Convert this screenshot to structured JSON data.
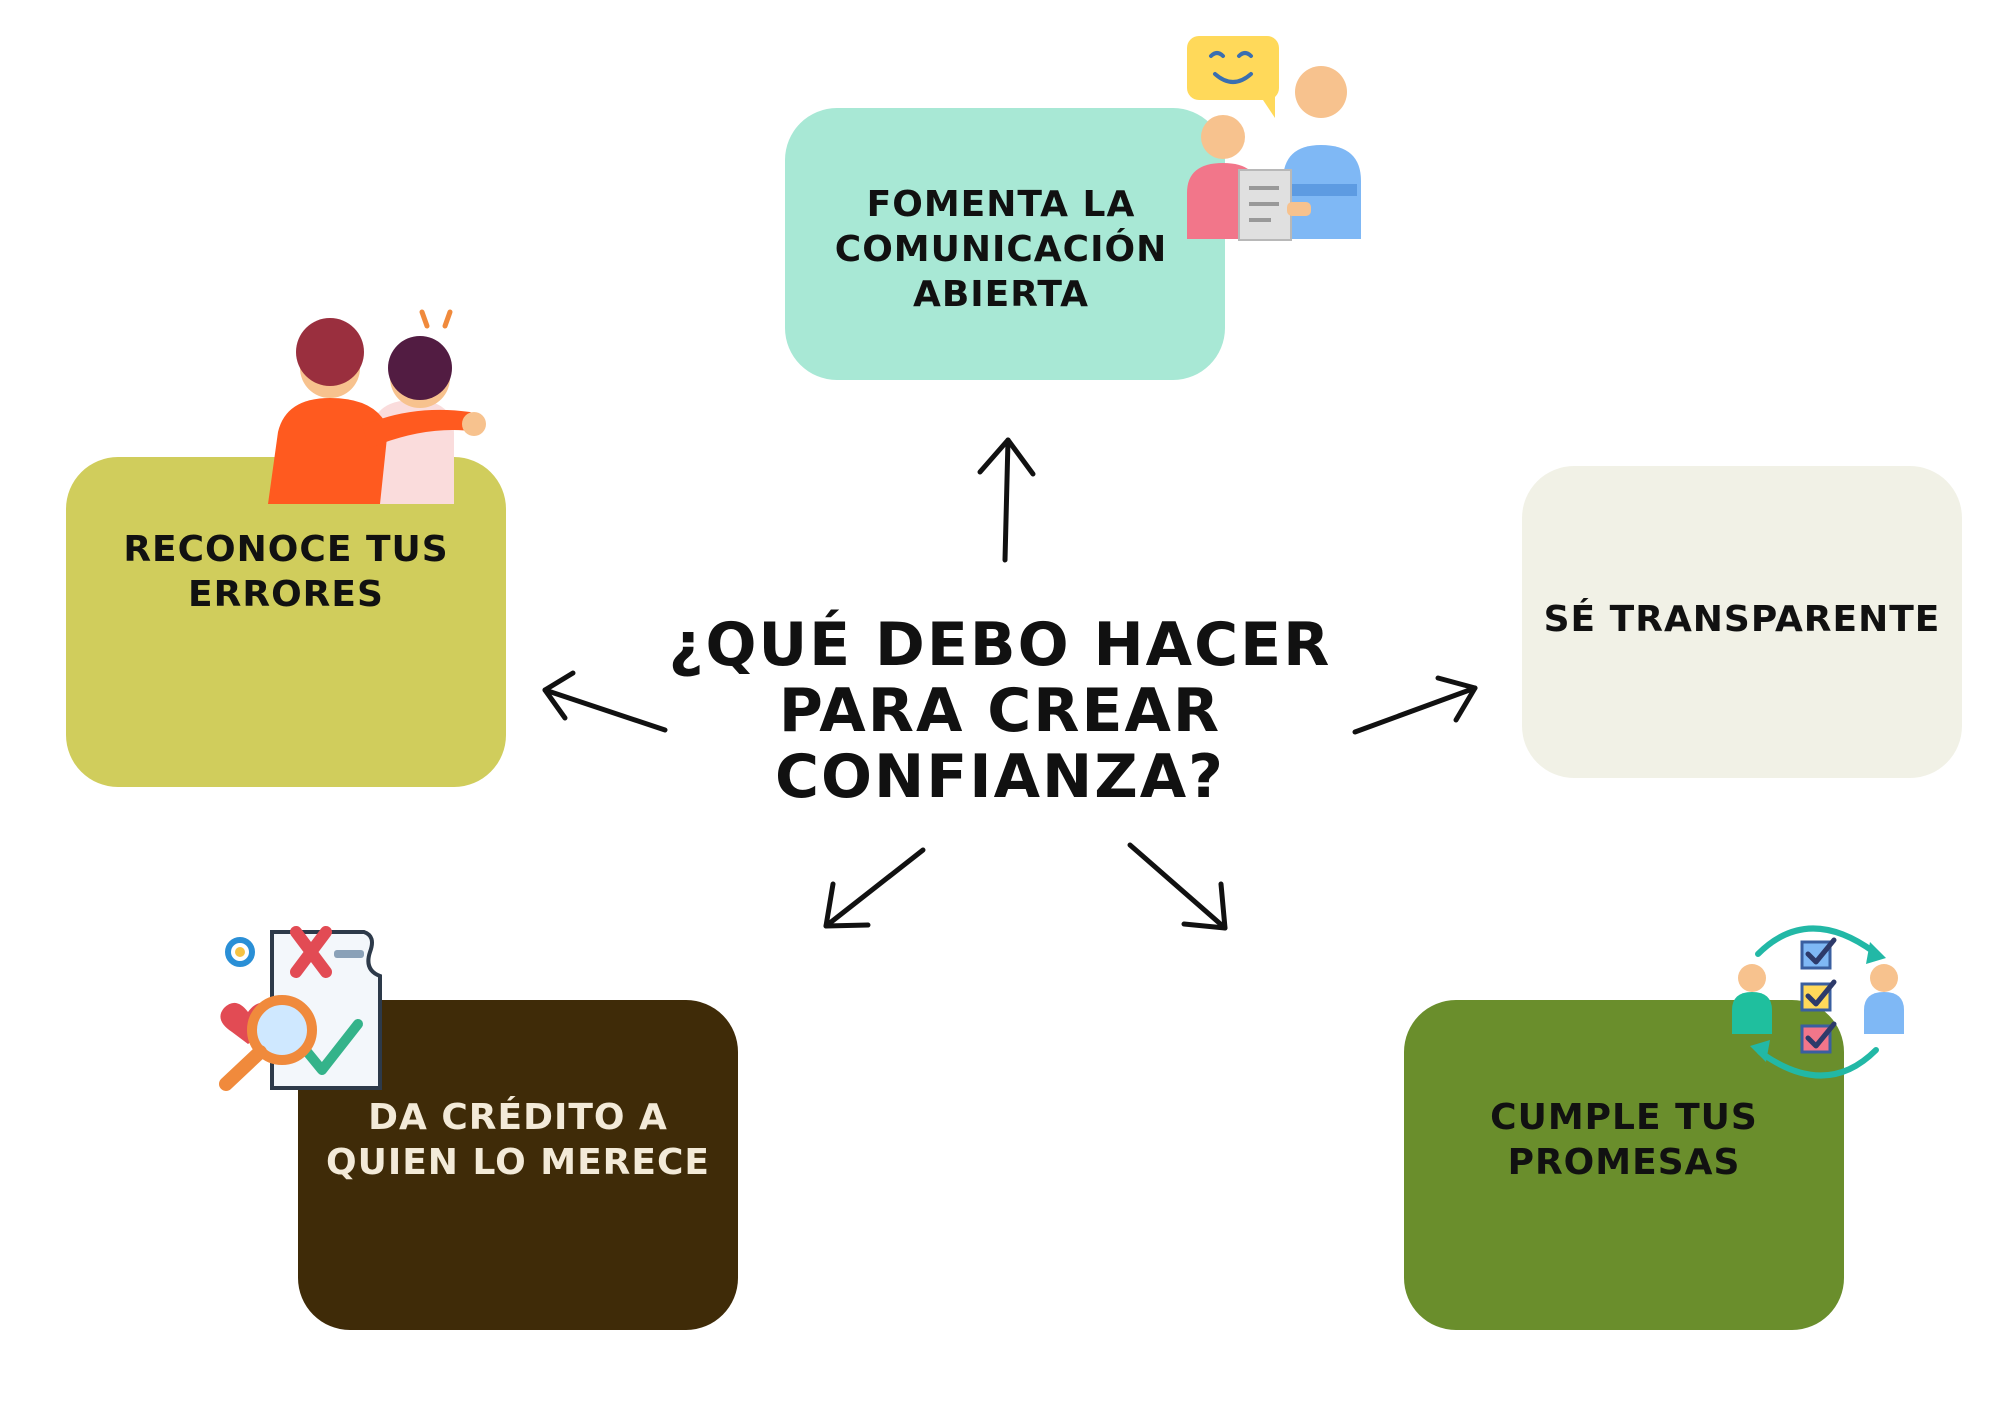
{
  "central": {
    "question": "¿QUÉ  DEBO HACER\nPARA CREAR\nCONFIANZA?"
  },
  "boxes": {
    "comunicacion": {
      "label": "FOMENTA LA\nCOMUNICACIÓN\nABIERTA",
      "color": "#a8e8d5",
      "icon": "communication-people-icon"
    },
    "errores": {
      "label": "RECONOCE TUS\nERRORES",
      "color": "#d0cd5c",
      "icon": "two-friends-hug-icon"
    },
    "transparente": {
      "label": "SÉ TRANSPARENTE",
      "color": "#f1f1e6"
    },
    "credito": {
      "label": "DA CRÉDITO A\nQUIEN LO MERECE",
      "color": "#3f2b08",
      "icon": "document-review-magnifier-icon"
    },
    "promesas": {
      "label": "CUMPLE TUS\nPROMESAS",
      "color": "#6a8e2c",
      "icon": "checklist-cycle-people-icon"
    }
  }
}
